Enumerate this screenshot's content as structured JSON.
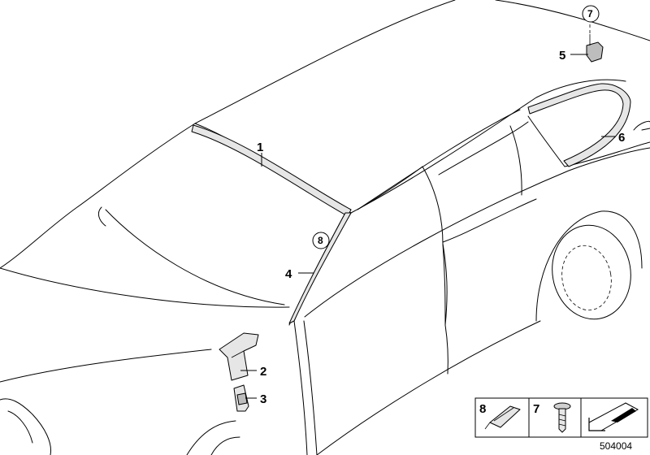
{
  "callouts": {
    "c1": "1",
    "c2": "2",
    "c3": "3",
    "c4": "4",
    "c5": "5",
    "c6": "6",
    "c7_top": "7",
    "c8_circle": "8"
  },
  "legend": {
    "item8": "8",
    "item7": "7"
  },
  "diagram_number": "504004"
}
